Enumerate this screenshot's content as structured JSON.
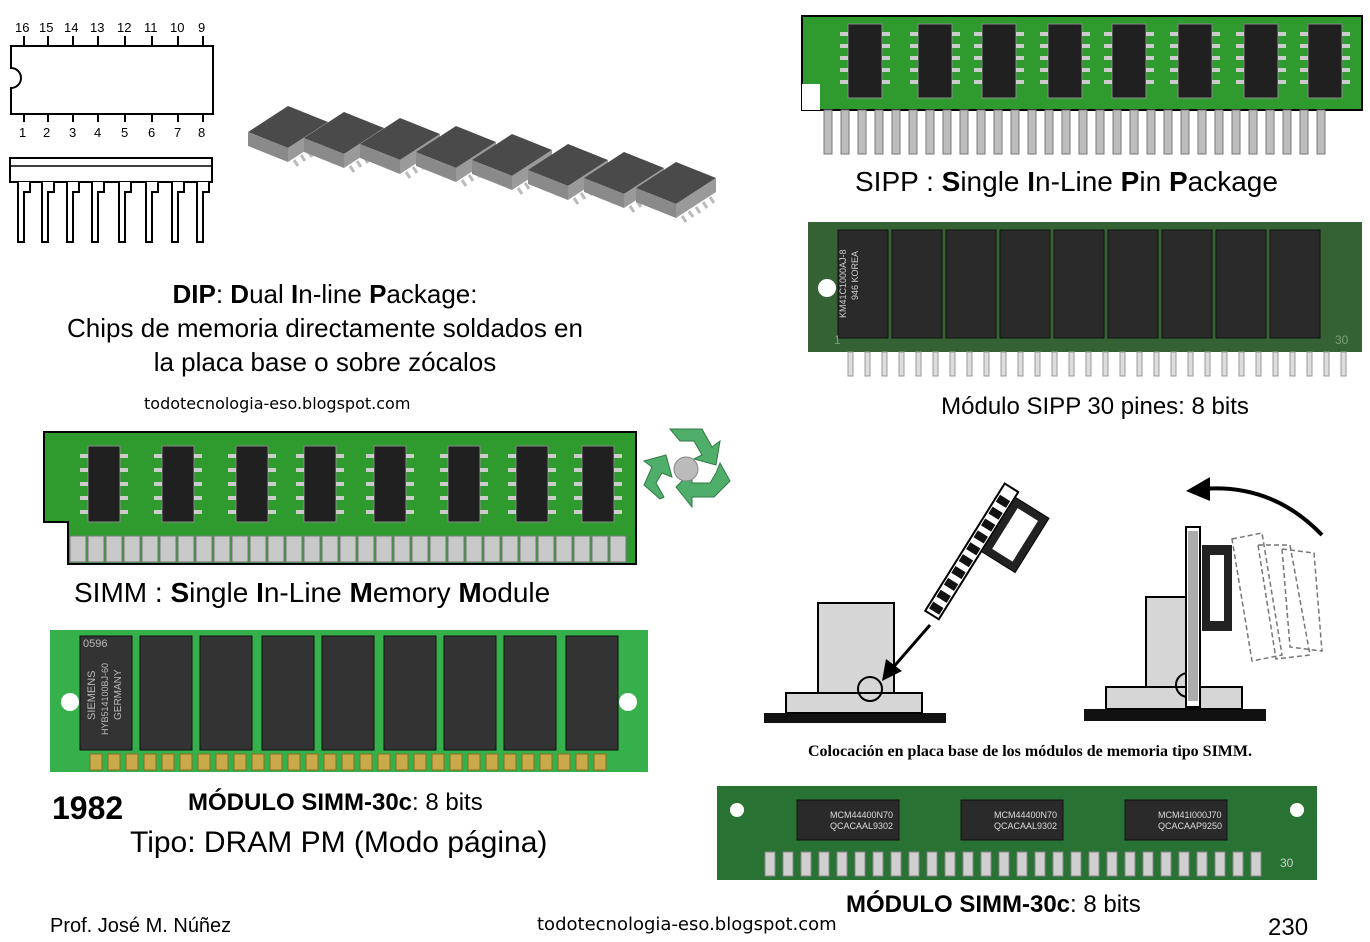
{
  "dip": {
    "top_pins": [
      "16",
      "15",
      "14",
      "13",
      "12",
      "11",
      "10",
      "9"
    ],
    "bottom_pins": [
      "1",
      "2",
      "3",
      "4",
      "5",
      "6",
      "7",
      "8"
    ],
    "title_bold": "DIP",
    "title_rest": ": ",
    "name_D": "D",
    "name_ual": "ual ",
    "name_I": "I",
    "name_nline": "n-line ",
    "name_P": "P",
    "name_ackage": "ackage:",
    "line2": "Chips de memoria directamente soldados en",
    "line3": "la placa base o sobre zócalos",
    "blog": "todotecnologia-eso.blogspot.com"
  },
  "sipp": {
    "label_plain": "SIPP : ",
    "s": "S",
    "ingle": "ingle ",
    "i": "I",
    "nline": "n-Line ",
    "p": "P",
    "in": "in ",
    "p2": "P",
    "ackage": "ackage",
    "photo_chip_text": [
      "KM41C1000AJ-8",
      "946 KOREA"
    ],
    "photo_pin_number_left": "1",
    "photo_pin_number_right": "30",
    "caption": "Módulo SIPP 30 pines: 8 bits"
  },
  "simm": {
    "label_plain": "SIMM : ",
    "s": "S",
    "ingle": "ingle ",
    "i": "I",
    "nline": "n-Line ",
    "m": "M",
    "emory": "emory ",
    "m2": "M",
    "odule": "odule",
    "photo_chip_text": [
      "0596",
      "SIEMENS",
      "HYB514100BJ-60",
      "GERMANY"
    ],
    "year": "1982",
    "module_bold": "MÓDULO SIMM-30c",
    "module_rest": ": 8 bits",
    "tipo": "Tipo: DRAM PM (Modo página)"
  },
  "installation": {
    "caption": "Colocación en placa base de los módulos de memoria tipo SIMM."
  },
  "simm2": {
    "chip_texts": [
      [
        "MCM44400N70",
        "QCACAAL9302"
      ],
      [
        "MCM44400N70",
        "QCACAAL9302"
      ],
      [
        "MCM41I000J70",
        "QCACAAP9250"
      ]
    ],
    "pin_number": "30",
    "module_bold": "MÓDULO SIMM-30c",
    "module_rest": ": 8 bits"
  },
  "footer": {
    "author": "Prof. José M. Núñez",
    "blog": "todotecnologia-eso.blogspot.com",
    "page": "230"
  },
  "colors": {
    "pcb_green": "#2f9b2f",
    "pcb_dark": "#1e6b1e",
    "chip_black": "#202020",
    "photo_pcb": "#3a8a3a",
    "recycle_green": "#4fae6a"
  }
}
